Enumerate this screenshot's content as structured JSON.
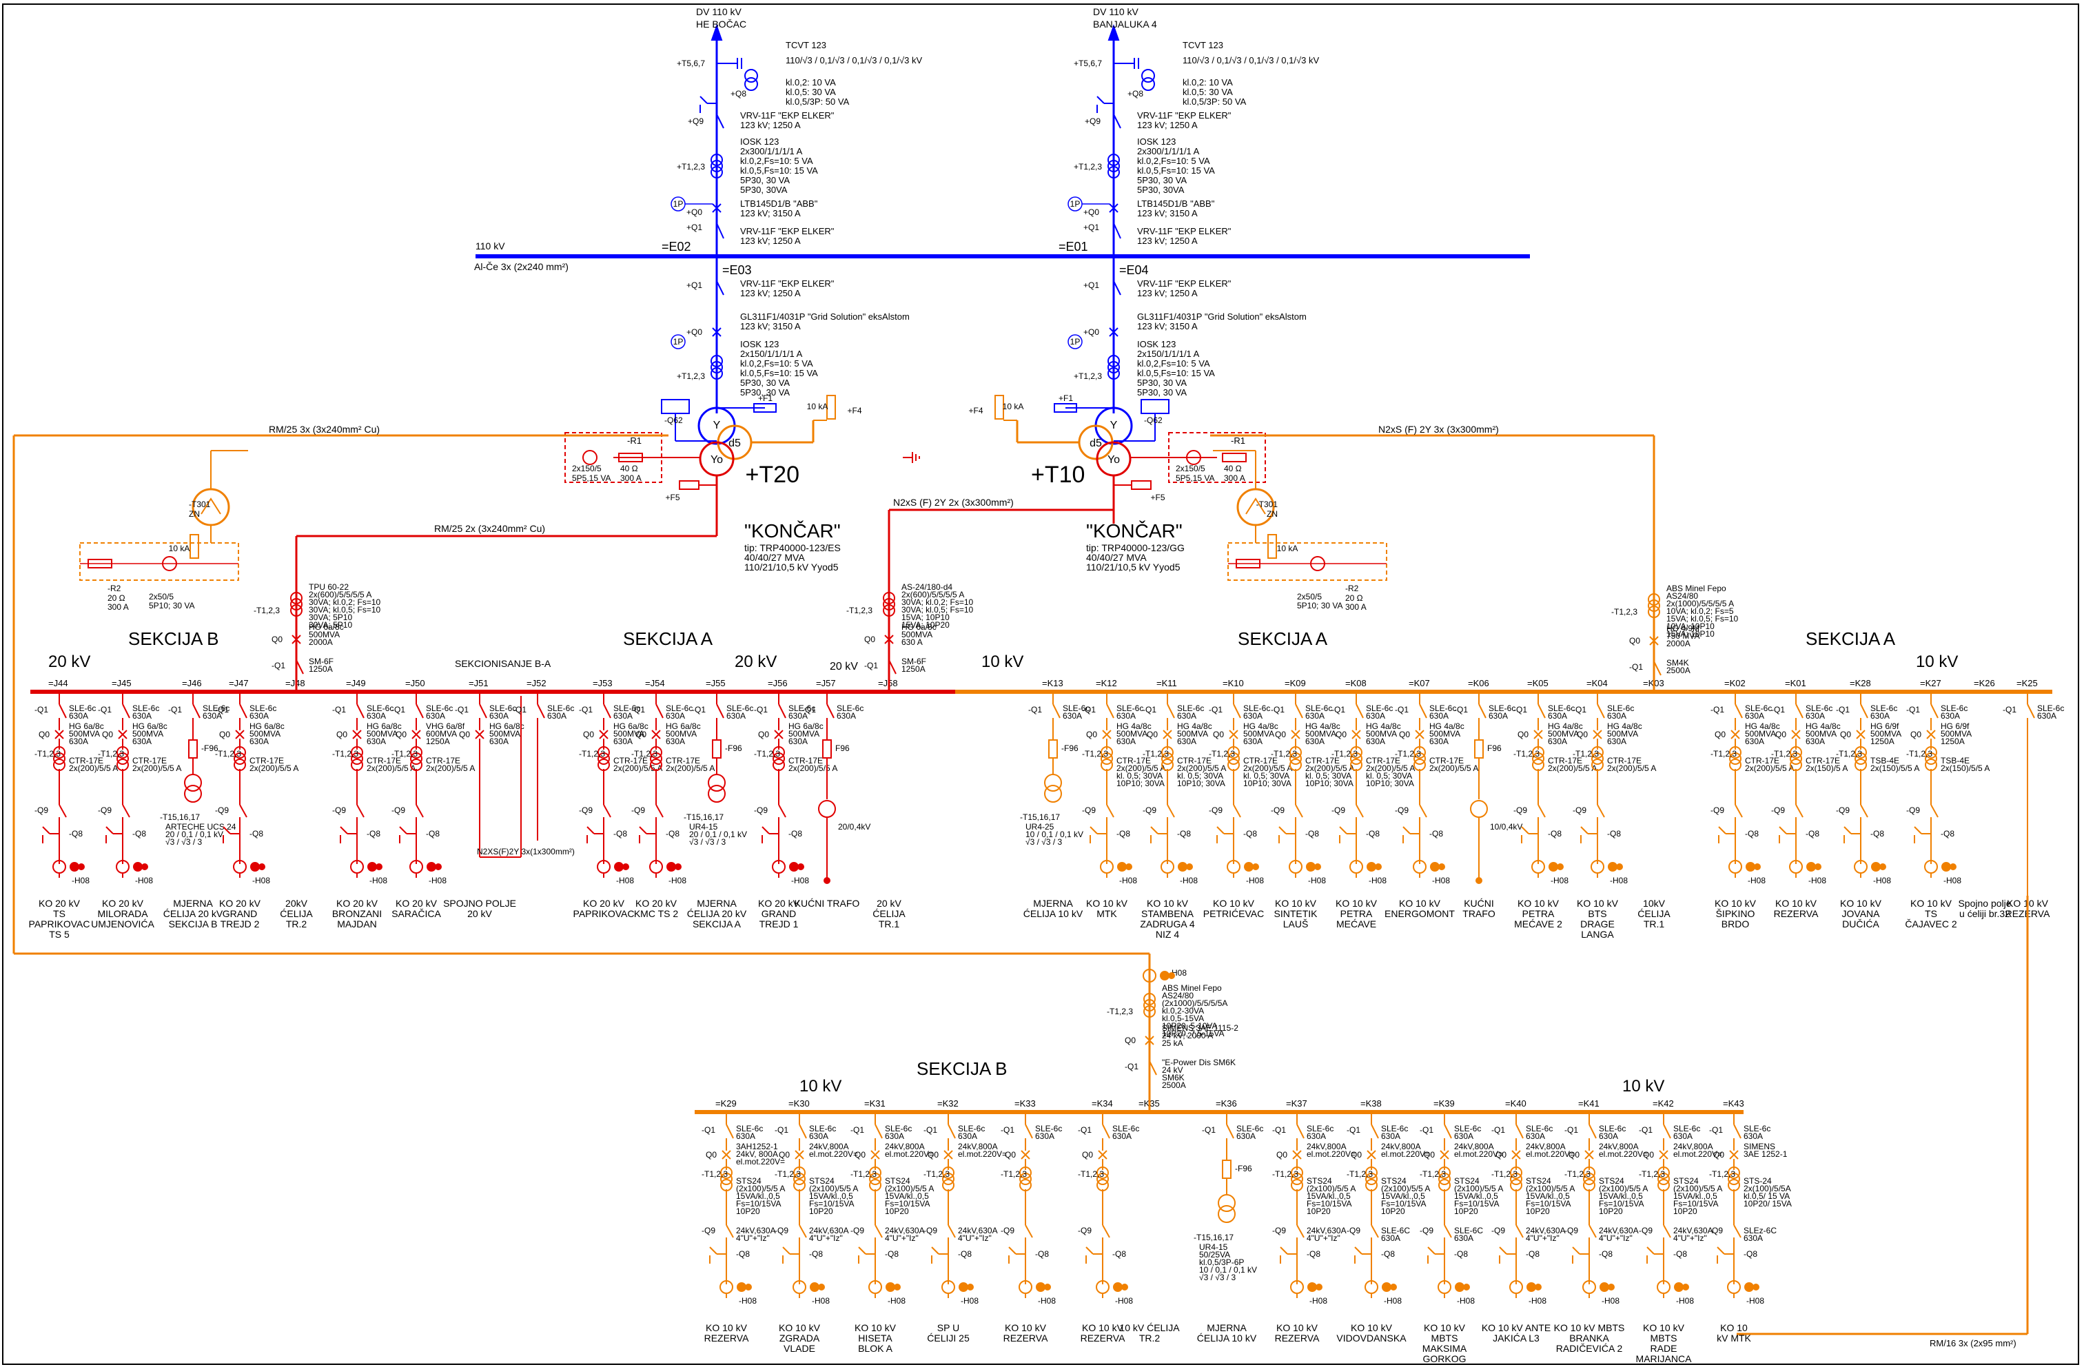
{
  "colors": {
    "hv_blue": "#0000ff",
    "red_20kv": "#e00000",
    "orange_10kv": "#f08000",
    "black": "#000000"
  },
  "hv": {
    "bus_label": "110 kV",
    "bus_cable": "Al-Če 3x (2x240 mm²)",
    "feeder_left": {
      "line": "DV 110 kV",
      "name": "HE BOČAC",
      "code": "=E02",
      "q": "+T5,6,7",
      "tcvt_title": "TCVT 123",
      "tcvt_ratio": "110/√3 / 0,1/√3 / 0,1/√3 / 0,1/√3 kV",
      "tcvt_lines": [
        "kl.0,2: 10 VA",
        "kl.0,5: 30 VA",
        "kl.0,5/3P: 50 VA"
      ],
      "q9": "+Q9",
      "vrv": [
        "VRV-11F \"EKP ELKER\"",
        "123 kV; 1250 A"
      ],
      "ct_code": "+T1,2,3",
      "iosk": [
        "IOSK 123",
        "2x300/1/1/1/1 A",
        "kl.0,2,Fs=10: 5 VA",
        "kl.0,5,Fs=10: 15 VA",
        "5P30, 30 VA",
        "5P30, 30VA"
      ],
      "q0": "+Q0",
      "cb": [
        "LTB145D1/B \"ABB\"",
        "123 kV; 3150 A"
      ],
      "q1": "+Q1",
      "vrv2": [
        "VRV-11F \"EKP ELKER\"",
        "123 kV; 1250 A"
      ],
      "onep": "1P",
      "q8": "+Q8"
    },
    "feeder_right": {
      "line": "DV 110 kV",
      "name": "BANJALUKA 4",
      "code": "=E01",
      "q": "+T5,6,7",
      "tcvt_title": "TCVT 123",
      "tcvt_ratio": "110/√3 / 0,1/√3 / 0,1/√3 / 0,1/√3 kV",
      "tcvt_lines": [
        "kl.0,2: 10 VA",
        "kl.0,5: 30 VA",
        "kl.0,5/3P: 50 VA"
      ],
      "q9": "+Q9",
      "vrv": [
        "VRV-11F \"EKP ELKER\"",
        "123 kV; 1250 A"
      ],
      "ct_code": "+T1,2,3",
      "iosk": [
        "IOSK 123",
        "2x300/1/1/1/1 A",
        "kl.0,2,Fs=10: 5 VA",
        "kl.0,5,Fs=10: 15 VA",
        "5P30, 30 VA",
        "5P30, 30VA"
      ],
      "q0": "+Q0",
      "cb": [
        "LTB145D1/B \"ABB\"",
        "123 kV; 3150 A"
      ],
      "q1": "+Q1",
      "vrv2": [
        "VRV-11F \"EKP ELKER\"",
        "123 kV; 1250 A"
      ],
      "onep": "1P",
      "q8": "+Q8"
    },
    "tfeeder_left": {
      "code": "=E03",
      "q1": "+Q1",
      "vrv": [
        "VRV-11F \"EKP ELKER\"",
        "123 kV; 1250 A"
      ],
      "q0": "+Q0",
      "cb": [
        "GL311F1/4031P \"Grid Solution\" eksAlstom",
        "123 kV; 3150 A"
      ],
      "ct_code": "+T1,2,3",
      "onep": "1P",
      "iosk": [
        "IOSK 123",
        "2x150/1/1/1/1 A",
        "kl.0,2,Fs=10: 5 VA",
        "kl.0,5,Fs=10: 15 VA",
        "5P30, 30 VA",
        "5P30, 30 VA"
      ]
    },
    "tfeeder_right": {
      "code": "=E04",
      "q1": "+Q1",
      "vrv": [
        "VRV-11F \"EKP ELKER\"",
        "123 kV; 1250 A"
      ],
      "q0": "+Q0",
      "cb": [
        "GL311F1/4031P \"Grid Solution\" eksAlstom",
        "123 kV; 3150 A"
      ],
      "ct_code": "+T1,2,3",
      "onep": "1P",
      "iosk": [
        "IOSK 123",
        "2x150/1/1/1/1 A",
        "kl.0,2,Fs=10: 5 VA",
        "kl.0,5,Fs=10: 15 VA",
        "5P30, 30 VA",
        "5P30, 30 VA"
      ]
    }
  },
  "transformers": {
    "left": {
      "name": "+T20",
      "d5": "d5",
      "y": "Y",
      "yo": "Yo",
      "f1": "+F1",
      "f4": "+F4",
      "f4_val": "10 kA",
      "f5": "+F5",
      "q62": "-Q62",
      "r1": "-R1",
      "r1_val": [
        "40 Ω",
        "300 A"
      ],
      "ct": [
        "2x150/5",
        "5P5,15 VA"
      ],
      "maker": "\"KONČAR\"",
      "specs": [
        "tip: TRP40000-123/ES",
        "40/40/27 MVA",
        "110/21/10,5 kV Yyod5"
      ],
      "cable_10": "RM/25  3x (3x240mm² Cu)",
      "cable_20": "RM/25  2x (3x240mm² Cu)",
      "t301": "-T301",
      "zn": "ZN",
      "kA": "10 kA",
      "r2": "-R2",
      "r2_val": [
        "20 Ω",
        "300 A"
      ],
      "r2_ct": [
        "2x50/5",
        "5P10; 30 VA"
      ]
    },
    "right": {
      "name": "+T10",
      "d5": "d5",
      "y": "Y",
      "yo": "Yo",
      "f1": "+F1",
      "f4": "+F4",
      "f4_val": "10 kA",
      "f5": "+F5",
      "q62": "-Q62",
      "r1": "-R1",
      "r1_val": [
        "40 Ω",
        "300 A"
      ],
      "ct": [
        "2x150/5",
        "5P5,15 VA"
      ],
      "maker": "\"KONČAR\"",
      "specs": [
        "tip: TRP40000-123/GG",
        "40/40/27 MVA",
        "110/21/10,5 kV Yyod5"
      ],
      "cable_10": "N2xS  (F)  2Y 3x (3x300mm²)",
      "cable_20": "N2xS  (F)  2Y  2x  (3x300mm²)",
      "t301": "-T301",
      "zn": "ZN",
      "kA": "10 kA",
      "r2": "-R2",
      "r2_val": [
        "20 Ω",
        "300 A"
      ],
      "r2_ct": [
        "2x50/5",
        "5P10; 30 VA"
      ]
    }
  },
  "incomers": {
    "b20": {
      "ct": "-T1,2,3",
      "q0": "Q0",
      "q1": "-Q1",
      "bus": "=J48",
      "lines": [
        "TPU 60-22",
        "2x(600)/5/5/5/5 A",
        "30VA; kl.0,2; Fs=10",
        "30VA; kl.0,5; Fs=10",
        "30VA; 5P10",
        "30VA; 5P10"
      ],
      "cb": [
        "HG 6a/8c",
        "500MVA",
        "2000A"
      ],
      "sw": [
        "SM-6F",
        "1250A"
      ]
    },
    "a20": {
      "ct": "-T1,2,3",
      "q0": "Q0",
      "q1": "-Q1",
      "bus": "=J58",
      "lines": [
        "AS-24/180-d4",
        "2x(600)/5/5/5/5 A",
        "30VA; kl.0,2; Fs=10",
        "30VA; kl.0,5; Fs=10",
        "15VA; 10P10",
        "15VA; 10P20"
      ],
      "cb": [
        "HG 6a/8c",
        "500MVA",
        "630 A"
      ],
      "sw": [
        "SM-6F",
        "1250A"
      ]
    },
    "a10": {
      "ct": "-T1,2,3",
      "q0": "Q0",
      "q1": "-Q1",
      "bus": "=K03",
      "lines": [
        "ABS Minel Fepo",
        "AS24/80",
        "2x(1000)/5/5/5/5 A",
        "10VA; kl.0,2; Fs=5",
        "15VA; kl.0,5; Fs=10",
        "10VA; 10P10",
        "15VA; 10P10"
      ],
      "cb": [
        "HG 4/9M",
        "750 MVA",
        "2000A"
      ],
      "sw": [
        "SM4K",
        "2500A"
      ]
    },
    "b10": {
      "ct": "-T1,2,3",
      "q0": "Q0",
      "q1": "-Q1",
      "bus": "=K35",
      "h08": "-H08",
      "lines": [
        "ABS Minel Fepo",
        "AS24/80",
        "(2x1000)/5/5/5/5A",
        "kl.0,2-30VA",
        "kl.0,5-15VA",
        "10P20, 5-10VA",
        "10P20, 7,5-15VA"
      ],
      "cb": [
        "SIMENS 3AE 1115-2",
        "24 kV; 2000 A",
        "25 kA"
      ],
      "sw": [
        "\"E-Power Dis SM6K",
        "24 kV",
        "SM6K",
        "2500A"
      ]
    }
  },
  "sections": {
    "b20": {
      "title": "SEKCIJA B",
      "kv": "20 kV",
      "sectionalizer": "SEKCIONISANJE B-A"
    },
    "a20": {
      "title": "SEKCIJA A",
      "kv": "20 kV",
      "kv2": "20 kV"
    },
    "a10": {
      "title": "SEKCIJA A",
      "kv": "10 kV"
    },
    "a10r": {
      "title": "SEKCIJA A",
      "kv": "10 kV"
    },
    "b10": {
      "title": "SEKCIJA B",
      "kv": "10 kV",
      "kv2": "10 kV"
    }
  },
  "common": {
    "q1": "-Q1",
    "q0": "Q0",
    "q9": "-Q9",
    "q8": "-Q8",
    "h08": "-H08",
    "ct": "-T1,2,3",
    "sle": [
      "SLE-6c",
      "630A"
    ],
    "f96": "-F96",
    "t151617": "-T15,16,17",
    "f96b": "F96"
  },
  "feeders_b20": [
    {
      "code": "=J44",
      "type": "std",
      "cb": [
        "HG 6a/8c",
        "500MVA",
        "630A"
      ],
      "ctx": [
        "CTR-17E",
        "2x(200)/5/5 A"
      ],
      "label": [
        "KO 20 kV",
        "TS",
        "PAPRIKOVAC",
        "TS 5"
      ]
    },
    {
      "code": "=J45",
      "type": "std",
      "cb": [
        "HG 6a/8c",
        "500MVA",
        "630A"
      ],
      "ctx": [
        "CTR-17E",
        "2x(200)/5/5 A"
      ],
      "label": [
        "KO 20 kV",
        "MILORADA",
        "UMJENOVIĆA"
      ]
    },
    {
      "code": "=J46",
      "type": "meas",
      "ctx": [
        "ARTECHE UCS 24",
        "20 / 0,1 / 0,1 kV",
        "√3 / √3 / 3"
      ],
      "label": [
        "MJERNA",
        "ĆELIJA 20 kV",
        "SEKCIJA B"
      ]
    },
    {
      "code": "=J47",
      "type": "std",
      "cb": [
        "HG 6a/8c",
        "500MVA",
        "630A"
      ],
      "ctx": [
        "CTR-17E",
        "2x(200)/5/5 A"
      ],
      "label": [
        "KO 20 kV",
        "GRAND",
        "TREJD 2"
      ]
    },
    {
      "code": "=J48",
      "type": "inc",
      "label": [
        "20kV",
        "ĆELIJA",
        "TR.2"
      ]
    },
    {
      "code": "=J49",
      "type": "std",
      "cb": [
        "HG 6a/8c",
        "500MVA",
        "630A"
      ],
      "ctx": [
        "CTR-17E",
        "2x(200)/5/5 A"
      ],
      "label": [
        "KO 20 kV",
        "BRONZANI",
        "MAJDAN"
      ]
    },
    {
      "code": "=J50",
      "type": "std",
      "cb": [
        "VHG 6a/8f",
        "600MVA",
        "1250A"
      ],
      "ctx": [
        "CTR-17E",
        "2x(200)/5/5 A"
      ],
      "label": [
        "KO 20 kV",
        "SARAČICA"
      ]
    },
    {
      "code": "=J51",
      "type": "tie",
      "cb": [
        "HG 6a/8c",
        "500MVA",
        "630A"
      ],
      "ctx": [
        "N2XS(F)2Y 3x(1x300mm²)"
      ],
      "label": [
        "SPOJNO POLJE",
        "20 kV"
      ]
    }
  ],
  "feeders_a20": [
    {
      "code": "=J52",
      "type": "tie2",
      "label": []
    },
    {
      "code": "=J53",
      "type": "std",
      "cb": [
        "HG 6a/8c",
        "500MVA",
        "630A"
      ],
      "ctx": [
        "CTR-17E",
        "2x(200)/5/5 A"
      ],
      "label": [
        "KO 20 kV",
        "PAPRIKOVAC"
      ]
    },
    {
      "code": "=J54",
      "type": "std",
      "cb": [
        "HG 6a/8c",
        "500MVA",
        "630A"
      ],
      "ctx": [
        "CTR-17E",
        "2x(200)/5/5 A"
      ],
      "label": [
        "KO 20 kV",
        "KMC TS 2"
      ]
    },
    {
      "code": "=J55",
      "type": "meas",
      "ctx": [
        "UR4-15",
        "20 / 0,1 / 0,1 kV",
        "√3 / √3 / 3"
      ],
      "label": [
        "MJERNA",
        "ĆELIJA 20 kV",
        "SEKCIJA A"
      ]
    },
    {
      "code": "=J56",
      "type": "std",
      "cb": [
        "HG 6a/8c",
        "500MVA",
        "630A"
      ],
      "ctx": [
        "CTR-17E",
        "2x(200)/5/5 A"
      ],
      "label": [
        "KO 20 kV",
        "GRAND",
        "TREJD 1"
      ]
    },
    {
      "code": "=J57",
      "type": "aux",
      "ctx": [
        "20/0,4kV"
      ],
      "label": [
        "KUĆNI TRAFO"
      ]
    },
    {
      "code": "=J58",
      "type": "inc",
      "label": [
        "20 kV",
        "ĆELIJA",
        "TR.1"
      ]
    }
  ],
  "feeders_a10": [
    {
      "code": "=K13",
      "type": "meas",
      "ctx": [
        "UR4-25",
        "10 / 0,1 / 0,1 kV",
        "√3 / √3 / 3"
      ],
      "label": [
        "MJERNA",
        "ĆELIJA 10 kV"
      ]
    },
    {
      "code": "=K12",
      "type": "std",
      "cb": [
        "HG 4a/8c",
        "500MVA",
        "630A"
      ],
      "ctx": [
        "CTR-17E",
        "2x(200)/5/5 A",
        "kl. 0,5; 30VA",
        "10P10; 30VA"
      ],
      "label": [
        "KO 10 kV",
        "MTK"
      ]
    },
    {
      "code": "=K11",
      "type": "std",
      "cb": [
        "HG 4a/8c",
        "500MVA",
        "630A"
      ],
      "ctx": [
        "CTR-17E",
        "2x(200)/5/5 A",
        "kl. 0,5; 30VA",
        "10P10; 30VA"
      ],
      "label": [
        "KO 10 kV",
        "STAMBENA",
        "ZADRUGA 4",
        "NIZ 4"
      ]
    },
    {
      "code": "=K10",
      "type": "std",
      "cb": [
        "HG 4a/8c",
        "500MVA",
        "630A"
      ],
      "ctx": [
        "CTR-17E",
        "2x(200)/5/5 A",
        "kl. 0,5; 30VA",
        "10P10; 30VA"
      ],
      "label": [
        "KO 10 kV",
        "PETRIĆEVAC"
      ]
    },
    {
      "code": "=K09",
      "type": "std",
      "cb": [
        "HG 4a/8c",
        "500MVA",
        "630A"
      ],
      "ctx": [
        "CTR-17E",
        "2x(200)/5/5 A",
        "kl. 0,5; 30VA",
        "10P10; 30VA"
      ],
      "label": [
        "KO 10 kV",
        "SINTETIK",
        "LAUŠ"
      ]
    },
    {
      "code": "=K08",
      "type": "std",
      "cb": [
        "HG 4a/8c",
        "500MVA",
        "630A"
      ],
      "ctx": [
        "CTR-17E",
        "2x(200)/5/5 A",
        "kl. 0,5; 30VA",
        "10P10; 30VA"
      ],
      "label": [
        "KO 10 kV",
        "PETRA",
        "MEĆAVE"
      ]
    },
    {
      "code": "=K07",
      "type": "std",
      "cb": [
        "HG 4a/8c",
        "500MVA",
        "630A"
      ],
      "ctx": [
        "CTR-17E",
        "2x(200)/5/5 A"
      ],
      "label": [
        "KO 10 kV",
        "ENERGOMONT"
      ]
    },
    {
      "code": "=K06",
      "type": "aux",
      "ctx": [
        "10/0,4kV"
      ],
      "label": [
        "KUĆNI",
        "TRAFO"
      ]
    },
    {
      "code": "=K05",
      "type": "std",
      "cb": [
        "HG 4a/8c",
        "500MVA",
        "630A"
      ],
      "ctx": [
        "CTR-17E",
        "2x(200)/5/5 A"
      ],
      "label": [
        "KO 10 kV",
        "PETRA",
        "MEĆAVE 2"
      ]
    },
    {
      "code": "=K04",
      "type": "std",
      "cb": [
        "HG 4a/8c",
        "500MVA",
        "630A"
      ],
      "ctx": [
        "CTR-17E",
        "2x(200)/5/5 A"
      ],
      "label": [
        "KO 10 kV",
        "BTS",
        "DRAGE",
        "LANGA"
      ]
    },
    {
      "code": "=K03",
      "type": "inc",
      "label": [
        "10kV",
        "ĆELIJA",
        "TR.1"
      ]
    },
    {
      "code": "=K02",
      "type": "std",
      "cb": [
        "HG 4a/8c",
        "500MVA",
        "630A"
      ],
      "ctx": [
        "CTR-17E",
        "2x(200)/5/5 A"
      ],
      "label": [
        "KO 10 kV",
        "ŠIPKINO",
        "BRDO"
      ]
    },
    {
      "code": "=K01",
      "type": "std",
      "cb": [
        "HG 4a/8c",
        "500MVA",
        "630A"
      ],
      "ctx": [
        "CTR-17E",
        "2x(150)/5 A"
      ],
      "label": [
        "KO 10 kV",
        "REZERVA"
      ]
    },
    {
      "code": "=K28",
      "type": "std",
      "cb": [
        "HG 6/9f",
        "500MVA",
        "1250A"
      ],
      "ctx": [
        "TSB-4E",
        "2x(150)/5/5 A"
      ],
      "label": [
        "KO 10 kV",
        "JOVANA",
        "DUČIĆA"
      ]
    },
    {
      "code": "=K27",
      "type": "std",
      "cb": [
        "HG 6/9f",
        "500MVA",
        "1250A"
      ],
      "ctx": [
        "TSB-4E",
        "2x(150)/5/5 A"
      ],
      "label": [
        "KO 10 kV",
        "TS",
        "ČAJAVEC 2"
      ]
    },
    {
      "code": "=K26",
      "type": "blank",
      "label": [
        "Spojno polje",
        "u ćeliji br.32"
      ]
    },
    {
      "code": "=K25",
      "type": "tieB",
      "label": [
        "KO 10 kV",
        "REZERVA"
      ]
    }
  ],
  "feeders_b10": [
    {
      "code": "=K29",
      "type": "std",
      "cb": [
        "3AH1252-1",
        "24kV, 800A",
        "el.mot.220V="
      ],
      "ctx": [
        "STS24",
        "(2x100)/5/5 A",
        "15VA/kl.,0,5",
        "Fs=10/15VA",
        "10P20"
      ],
      "sw": [
        "24kV,630A",
        "4\"U\"+\"Iz\""
      ],
      "label": [
        "KO 10 kV",
        "REZERVA"
      ]
    },
    {
      "code": "=K30",
      "type": "std",
      "cb": [
        "24kV,800A",
        "el.mot.220V="
      ],
      "ctx": [
        "STS24",
        "(2x100)/5/5 A",
        "15VA/kl.,0,5",
        "Fs=10/15VA",
        "10P20"
      ],
      "sw": [
        "24kV,630A",
        "4\"U\"+\"Iz\""
      ],
      "label": [
        "KO 10 kV",
        "ZGRADA",
        "VLADE"
      ]
    },
    {
      "code": "=K31",
      "type": "std",
      "cb": [
        "24kV,800A",
        "el.mot.220V="
      ],
      "ctx": [
        "STS24",
        "(2x100)/5/5 A",
        "15VA/kl.,0,5",
        "Fs=10/15VA",
        "10P20"
      ],
      "sw": [
        "24kV,630A",
        "4\"U\"+\"Iz\""
      ],
      "label": [
        "KO 10 kV",
        "HISETA",
        "BLOK A"
      ]
    },
    {
      "code": "=K32",
      "type": "std",
      "cb": [
        "24kV,800A",
        "el.mot.220V="
      ],
      "ctx": [],
      "sw": [
        "24kV,630A",
        "4\"U\"+\"Iz\""
      ],
      "label": [
        "SP U",
        "ĆELIJI 25"
      ]
    },
    {
      "code": "=K33",
      "type": "std",
      "cb": [],
      "ctx": [],
      "sw": [],
      "label": [
        "KO 10 kV",
        "REZERVA"
      ]
    },
    {
      "code": "=K34",
      "type": "std",
      "cb": [],
      "ctx": [],
      "sw": [],
      "label": [
        "KO 10 kV",
        "REZERVA"
      ]
    },
    {
      "code": "=K35",
      "type": "inc",
      "label": [
        "10 kV ĆELIJA",
        "TR.2"
      ]
    },
    {
      "code": "=K36",
      "type": "meas",
      "ctx": [
        "UR4-15",
        "50/25VA",
        "kl.0,5/3P-6P",
        "10 / 0,1 / 0,1 kV",
        "√3 / √3 / 3"
      ],
      "label": [
        "MJERNA",
        "ĆELIJA 10 kV"
      ]
    },
    {
      "code": "=K37",
      "type": "std",
      "cb": [
        "24kV,800A",
        "el.mot.220V="
      ],
      "ctx": [
        "STS24",
        "(2x100)/5/5 A",
        "15VA/kl.,0,5",
        "Fs=10/15VA",
        "10P20"
      ],
      "sw": [
        "24kV,630A",
        "4\"U\"+\"Iz\""
      ],
      "label": [
        "KO 10 kV",
        "REZERVA"
      ]
    },
    {
      "code": "=K38",
      "type": "std",
      "cb": [
        "24kV,800A",
        "el.mot.220V="
      ],
      "ctx": [
        "STS24",
        "(2x100)/5/5 A",
        "15VA/kl.,0,5",
        "Fs=10/15VA",
        "10P20"
      ],
      "sw": [
        "SLE-6C",
        "630A"
      ],
      "label": [
        "KO 10 kV",
        "VIDOVDANSKA"
      ]
    },
    {
      "code": "=K39",
      "type": "std",
      "cb": [
        "24kV,800A",
        "el.mot.220V="
      ],
      "ctx": [
        "STS24",
        "(2x100)/5/5 A",
        "15VA/kl.,0,5",
        "Fs=10/15VA",
        "10P20"
      ],
      "sw": [
        "SLE-6C",
        "630A"
      ],
      "label": [
        "KO 10 kV",
        "MBTS",
        "MAKSIMA",
        "GORKOG"
      ]
    },
    {
      "code": "=K40",
      "type": "std",
      "cb": [
        "24kV,800A",
        "el.mot.220V="
      ],
      "ctx": [
        "STS24",
        "(2x100)/5/5 A",
        "15VA/kl.,0,5",
        "Fs=10/15VA",
        "10P20"
      ],
      "sw": [
        "24kV,630A",
        "4\"U\"+\"Iz\""
      ],
      "label": [
        "KO 10 kV ANTE",
        "JAKIĆA L3"
      ]
    },
    {
      "code": "=K41",
      "type": "std",
      "cb": [
        "24kV,800A",
        "el.mot.220V="
      ],
      "ctx": [
        "STS24",
        "(2x100)/5/5 A",
        "15VA/kl.,0,5",
        "Fs=10/15VA",
        "10P20"
      ],
      "sw": [
        "24kV,630A",
        "4\"U\"+\"Iz\""
      ],
      "label": [
        "KO 10 kV MBTS",
        "BRANKA",
        "RADIČEVIĆA 2"
      ]
    },
    {
      "code": "=K42",
      "type": "std",
      "cb": [
        "24kV,800A",
        "el.mot.220V="
      ],
      "ctx": [
        "STS24",
        "(2x100)/5/5 A",
        "15VA/kl.,0,5",
        "Fs=10/15VA",
        "10P20"
      ],
      "sw": [
        "24kV,630A",
        "4\"U\"+\"Iz\""
      ],
      "label": [
        "KO 10 kV",
        "MBTS",
        "RADE",
        "MARIJANCA"
      ]
    },
    {
      "code": "=K43",
      "type": "std",
      "cb": [
        "SIMENS",
        "3AE 1252-1"
      ],
      "ctx": [
        "STS-24",
        "2x(100)/5/5A",
        "kl.0,5/ 15 VA",
        "10P20/ 15VA"
      ],
      "sw": [
        "SLEz-6C",
        "630A"
      ],
      "label": [
        "KO 10",
        "kV MTK"
      ]
    }
  ],
  "bottom_cable": "RM/16 3x (2x95 mm²)"
}
